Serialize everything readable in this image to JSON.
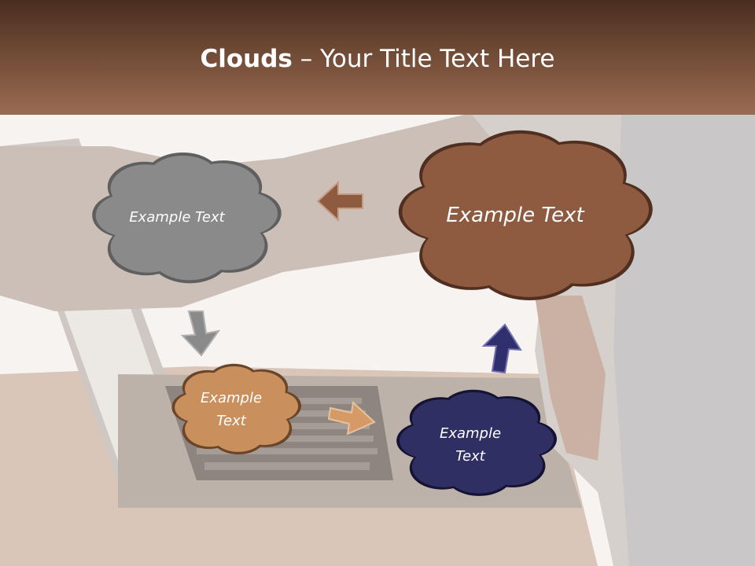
{
  "title": {
    "bold": "Clouds",
    "dash": " – ",
    "rest": "Your Title Text Here"
  },
  "clouds": [
    {
      "id": "gray",
      "lines": [
        "Example Text"
      ],
      "color": "#8a8a8a"
    },
    {
      "id": "brown",
      "lines": [
        "Example Text"
      ],
      "color": "#8e5a40"
    },
    {
      "id": "tan",
      "lines": [
        "Example",
        "Text"
      ],
      "color": "#c98f5d"
    },
    {
      "id": "navy",
      "lines": [
        "Example",
        "Text"
      ],
      "color": "#2f2f63"
    }
  ],
  "colors": {
    "header": "#6f4a35",
    "arrow_brown": "#8e5a40",
    "arrow_gray": "#8a8a8a",
    "arrow_tan": "#d59a66",
    "arrow_navy": "#2f2f6e"
  }
}
